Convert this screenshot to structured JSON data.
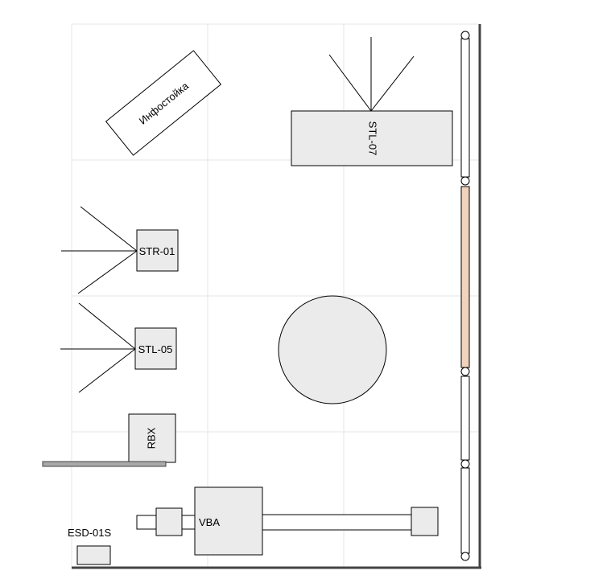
{
  "colors": {
    "background": "#ffffff",
    "grid": "#e6e6e6",
    "fill": "#ebebeb",
    "stroke": "#000000",
    "wall": "#444444",
    "shelf": "#a9a9a9",
    "window": "#f0d2bd"
  },
  "labels": {
    "info_stand": "Инфостойка",
    "stl07": "STL-07",
    "str01": "STR-01",
    "stl05": "STL-05",
    "rbx": "RBX",
    "vba": "VBA",
    "esd01s": "ESD-01S"
  }
}
